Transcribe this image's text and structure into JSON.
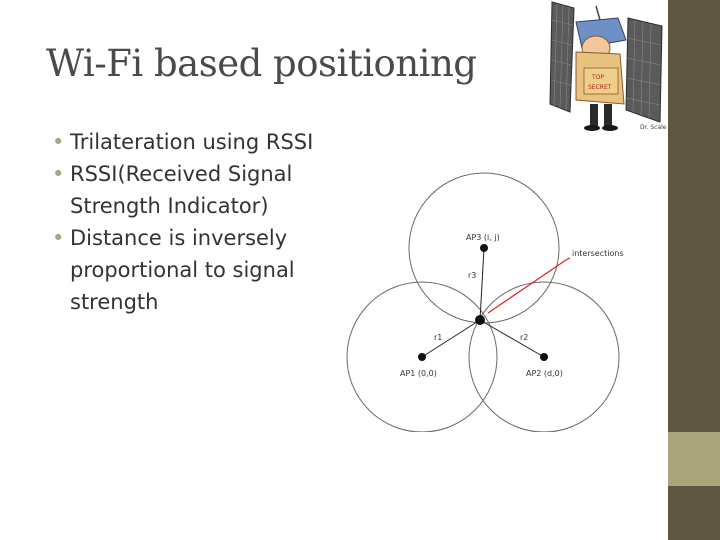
{
  "slide": {
    "title": "Wi-Fi based positioning",
    "bullets": [
      "Trilateration using RSSI",
      "RSSI(Received Signal Strength Indicator)",
      "Distance is inversely proportional to signal strength"
    ],
    "bullet_glyph": "•"
  },
  "image": {
    "credit": "Dr. Scale",
    "sign_top": "TOP",
    "sign_bottom": "SECRET"
  },
  "diagram": {
    "ap3_label": "AP3 (i, j)",
    "ap1_label": "AP1 (0,0)",
    "ap2_label": "AP2 (d,0)",
    "r1_label": "r1",
    "r2_label": "r2",
    "r3_label": "r3",
    "intersections_label": "intersections"
  },
  "colors": {
    "sidebar": "#5e5843",
    "sidebar_accent": "#a9a57c",
    "title_text": "#4a4a4a",
    "body_text": "#333333",
    "pointer_line": "#e02020"
  }
}
